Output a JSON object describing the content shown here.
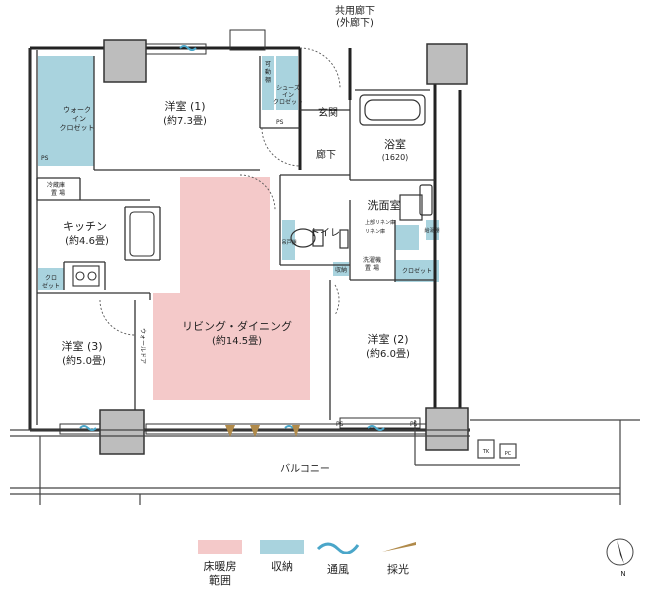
{
  "rooms": {
    "corridor_shared": "共用廊下",
    "corridor_shared_sub": "(外廊下)",
    "western1": "洋室 (1)",
    "western1_size": "(約7.3畳)",
    "entrance": "玄関",
    "hallway": "廊下",
    "bath": "浴室",
    "bath_size": "(1620)",
    "washroom": "洗面室",
    "kitchen": "キッチン",
    "kitchen_size": "(約4.6畳)",
    "toilet": "トイレ",
    "living": "リビング・ダイニング",
    "living_size": "(約14.5畳)",
    "western3": "洋室 (3)",
    "western3_size": "(約5.0畳)",
    "western2": "洋室 (2)",
    "western2_size": "(約6.0畳)",
    "balcony": "バルコニー"
  },
  "labels": {
    "walkin_1": "ウォーク",
    "walkin_2": "イン",
    "walkin_3": "クロゼット",
    "movable_shelf_1": "可",
    "movable_shelf_2": "動",
    "movable_shelf_3": "棚",
    "shoes_1": "シューズ",
    "shoes_2": "イン",
    "shoes_3": "クロゼット",
    "fridge_1": "冷蔵庫",
    "fridge_2": "置 場",
    "ps": "PS",
    "closet_1": "クロ",
    "closet_2": "ゼット",
    "closet": "クロゼット",
    "wall_door": "ウォールドア",
    "linen_upper": "上部リネン庫",
    "linen": "リネン庫",
    "storage": "収納",
    "laundry_1": "洗濯機",
    "laundry_2": "置 場",
    "tk": "TK",
    "pc": "PC",
    "toilet_shelf": "吊戸棚",
    "gasbox": "給湯棚",
    "n": "N"
  },
  "legend": {
    "floor_heating": "床暖房範囲",
    "storage": "収納",
    "ventilation": "通風",
    "daylight": "採光"
  },
  "colors": {
    "floor_heating": "#f4c9c9",
    "storage": "#a9d3de",
    "ventilation": "#4aa6c9",
    "daylight": "#b08a4a",
    "wall": "#222222",
    "column": "#bdbdbd"
  }
}
